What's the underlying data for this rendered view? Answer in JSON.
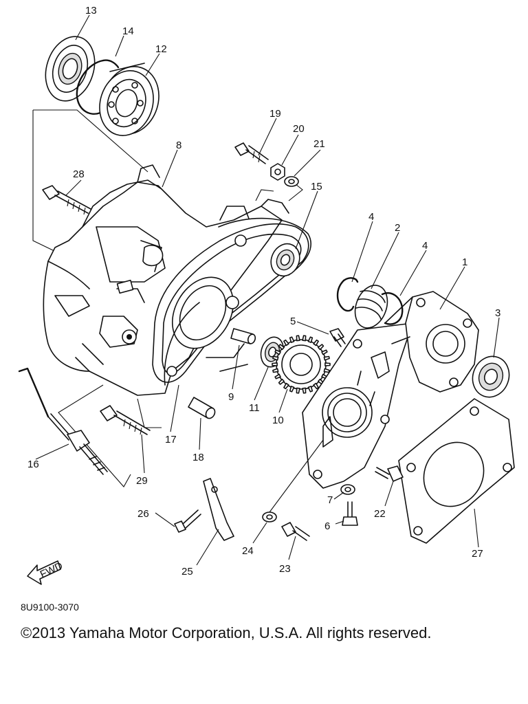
{
  "callouts": {
    "c1": "1",
    "c2": "2",
    "c3": "3",
    "c4a": "4",
    "c4b": "4",
    "c5": "5",
    "c6": "6",
    "c7": "7",
    "c8": "8",
    "c9": "9",
    "c10": "10",
    "c11": "11",
    "c12": "12",
    "c13": "13",
    "c14": "14",
    "c15": "15",
    "c16": "16",
    "c17": "17",
    "c18": "18",
    "c19": "19",
    "c20": "20",
    "c21": "21",
    "c22": "22",
    "c23": "23",
    "c24": "24",
    "c25": "25",
    "c26": "26",
    "c27": "27",
    "c28": "28",
    "c29": "29"
  },
  "fwd_label": "FWD",
  "drawing_code": "8U9100-3070",
  "copyright": "©2013 Yamaha Motor Corporation, U.S.A. All rights reserved."
}
